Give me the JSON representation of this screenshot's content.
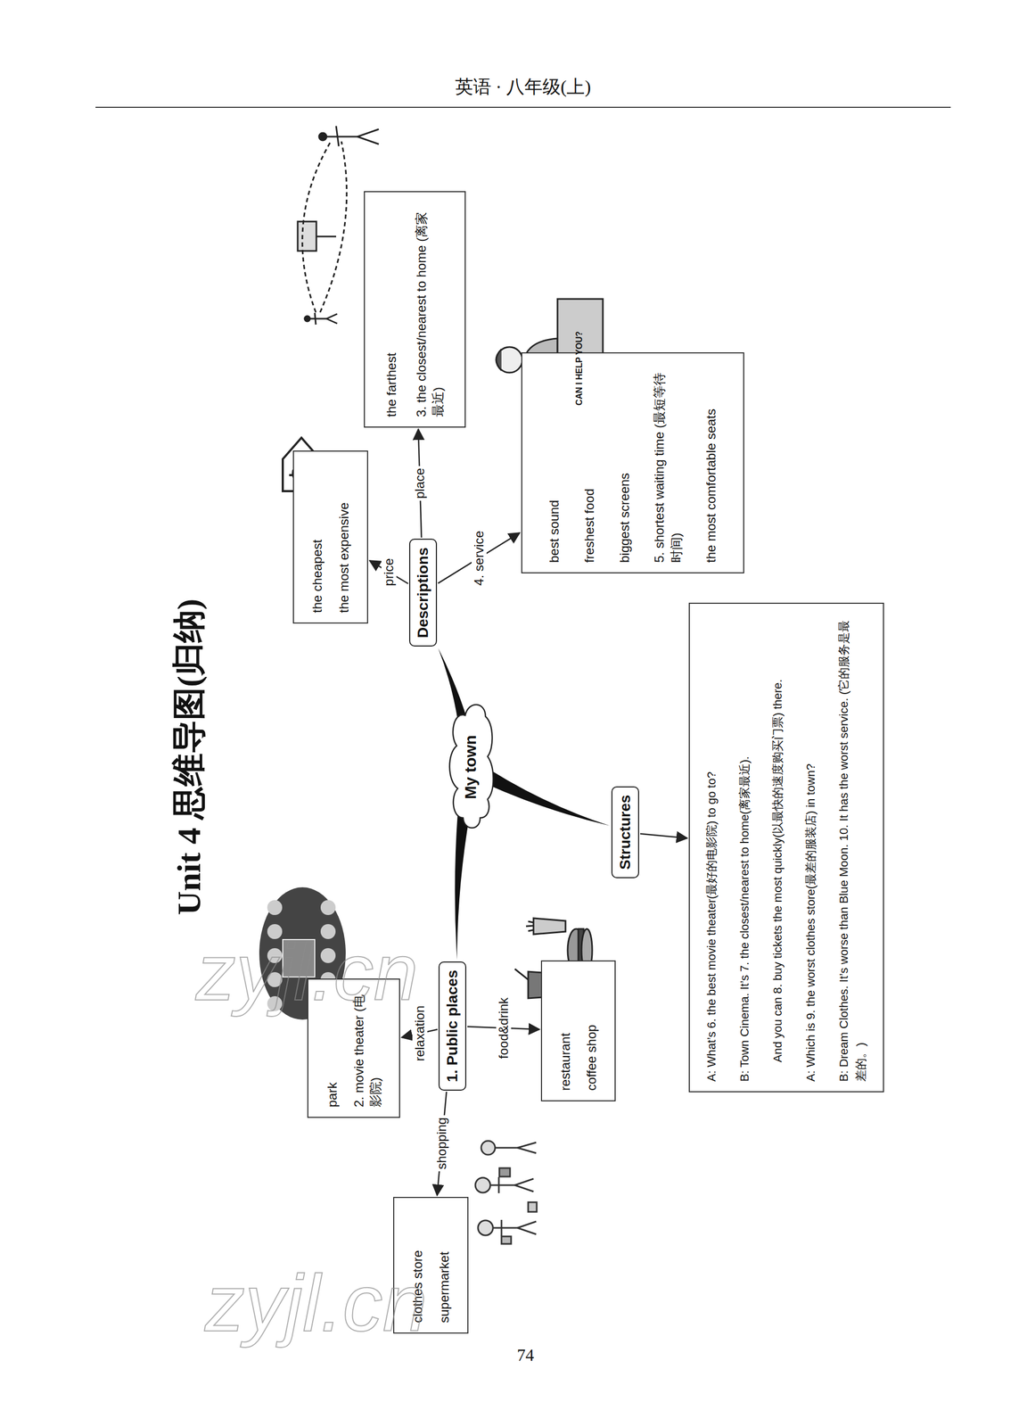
{
  "diagram": {
    "title": "Unit 4 思维导图(归纳)",
    "nodes": [
      {
        "text": [
          "My town"
        ]
      },
      {
        "text": [
          "1. Public places"
        ]
      },
      {
        "text": [
          "park",
          "2. movie theater (电影院)"
        ]
      },
      {
        "text": [
          "clothes store",
          "supermarket"
        ]
      },
      {
        "text": [
          "restaurant",
          "coffee shop"
        ]
      },
      {
        "text": [
          "Descriptions"
        ]
      },
      {
        "text": [
          "the cheapest",
          "the most expensive"
        ]
      },
      {
        "text": [
          "the farthest",
          "3. the closest/nearest to home (离家最近)"
        ]
      },
      {
        "text": [
          "best sound",
          "freshest food",
          "biggest screens",
          "5. shortest waiting time (最短等待时间)",
          "the most comfortable seats"
        ]
      },
      {
        "text": [
          "Structures"
        ]
      },
      {
        "text": [
          "A: What’s 6. the best movie theater(最好的电影院) to go to?",
          "B: Town Cinema. It’s 7. the closest/nearest to home(离家最近).",
          "And you can 8. buy tickets the most quickly(以最快的速度购买门票) there.",
          "A: Which is 9. the worst clothes store(最差的服装店) in town?",
          "B: Dream Clothes. It’s worse than Blue Moon. 10. It has the worst service. (它的服务是最差的。)"
        ]
      }
    ],
    "edges": [
      {
        "from": 0,
        "to": 1,
        "arrow": "none"
      },
      {
        "from": 0,
        "to": 5,
        "arrow": "none"
      },
      {
        "from": 0,
        "to": 9,
        "arrow": "none"
      },
      {
        "from": 1,
        "to": 2,
        "arrow": "to",
        "label": "relaxation"
      },
      {
        "from": 1,
        "to": 3,
        "arrow": "to",
        "label": "shopping"
      },
      {
        "from": 1,
        "to": 4,
        "arrow": "to",
        "label": "food&drink"
      },
      {
        "from": 5,
        "to": 6,
        "arrow": "to",
        "label": "price"
      },
      {
        "from": 5,
        "to": 7,
        "arrow": "to",
        "label": "place"
      },
      {
        "from": 5,
        "to": 8,
        "arrow": "to",
        "label": "4. service"
      },
      {
        "from": 9,
        "to": 10,
        "arrow": "to"
      }
    ],
    "labels": [
      "英语 · 八年级(上)",
      "zyjl.cn",
      "zyjl.cn",
      "CAN I HELP YOU?",
      "74"
    ]
  }
}
